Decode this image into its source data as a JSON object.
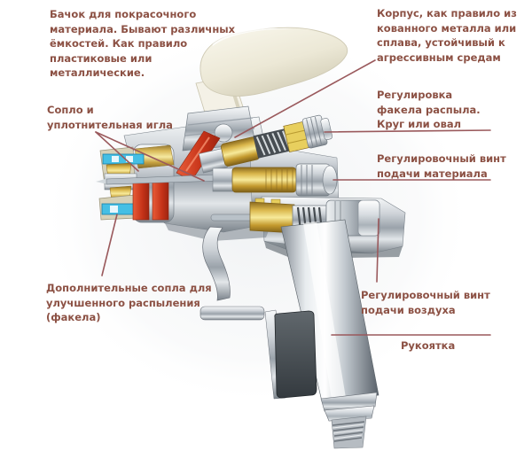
{
  "diagram": {
    "subject": "spray-gun-cutaway-diagram",
    "background": "#ffffff"
  },
  "colors": {
    "label_text": "#8c5144",
    "pointer_line": "#9a595c",
    "cup_cream": "#efecdd",
    "brass": "#d7b04a",
    "paint_channel_red": "#c53218",
    "nozzle_blue": "#45bfe4",
    "chrome": "#c9ced3"
  },
  "labels": {
    "tank": "Бачок для покрасочного материала. Бывают различных ёмкостей. Как правило пластиковые или металлические.",
    "body": "Корпус, как правило из кованного металла или сплава, устойчивый к агрессивным средам",
    "nozzle_needle": "Сопло и уплотнительная игла",
    "spray_pattern": "Регулировка факела распыла. Круг или овал",
    "material_screw": "Регулировочный винт подачи материала",
    "extra_nozzles": "Дополнительные сопла для улучшенного распыления (факела)",
    "air_screw": "Регулировочный винт подачи воздуха",
    "handle": "Рукоятка"
  }
}
